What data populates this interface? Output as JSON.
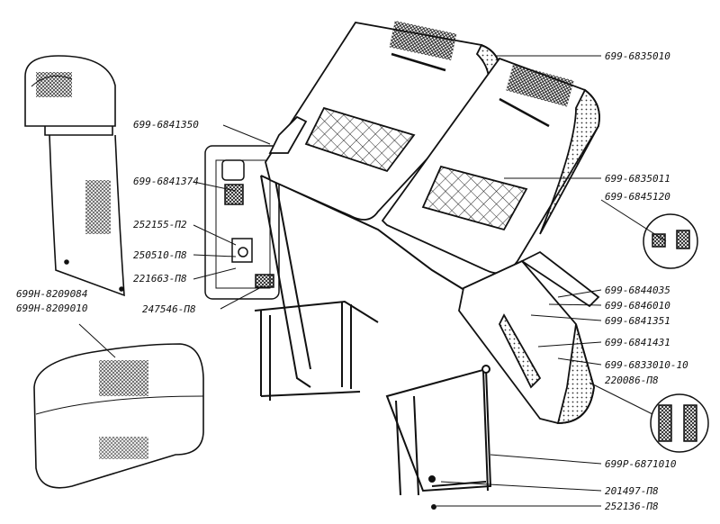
{
  "diagram": {
    "labels": {
      "seat_frame_upper": "699-6835010",
      "armrest_bracket": "699-6841350",
      "lock_pin": "699-6841374",
      "bolt_a": "252155-П2",
      "washer_a": "250510-П8",
      "nut_a": "221663-П8",
      "screw_a": "247546-П8",
      "seat_frame_lower": "699-6835011",
      "stop_a": "699-6845120",
      "rail_a": "699-6844035",
      "rail_b": "699-6846010",
      "arm_a": "699-6841351",
      "arm_b": "699-6841431",
      "cushion": "699-6833010-10",
      "washer_b": "220086-П8",
      "base_frame": "699Р-6871010",
      "bolt_b": "201497-П8",
      "cap_b": "252136-П8",
      "headrest_a": "699Н-8209084",
      "headrest_b": "699Н-8209010"
    }
  }
}
